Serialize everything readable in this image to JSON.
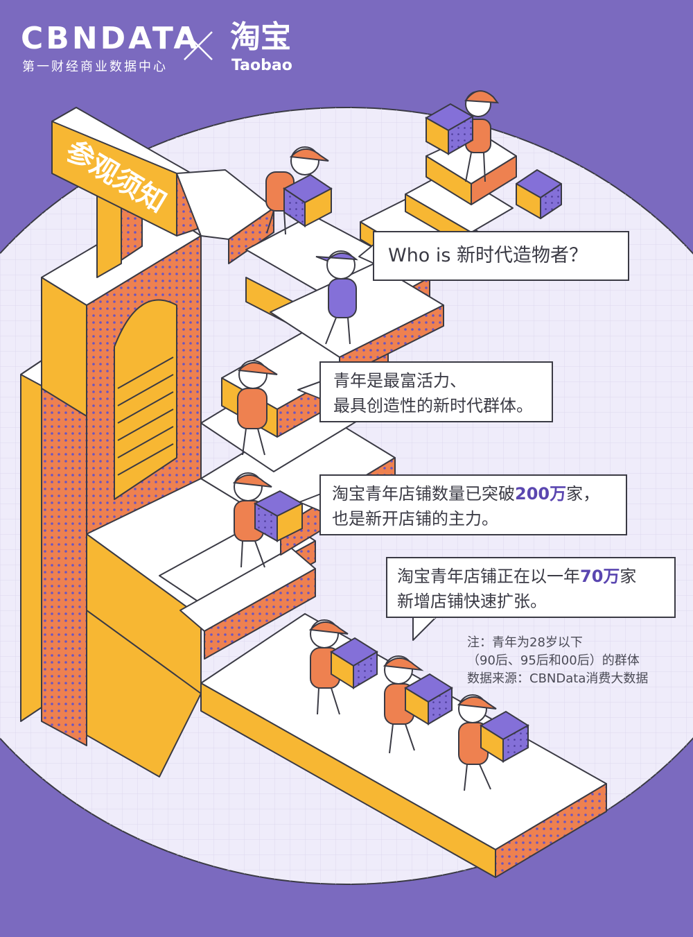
{
  "header": {
    "cbn_logo": "CBNDATA",
    "cbn_subtitle": "第一财经商业数据中心",
    "taobao_logo": "淘宝",
    "taobao_subtitle": "Taobao"
  },
  "sign": {
    "label": "参观须知"
  },
  "callouts": {
    "who": "Who is 新时代造物者？",
    "youth_line1": "青年是最富活力、",
    "youth_line2": "最具创造性的新时代群体。",
    "shops_line1_pre": "淘宝青年店铺数量已突破",
    "shops_line1_num": "200万",
    "shops_line1_post": "家，",
    "shops_line2": "也是新开店铺的主力。",
    "growth_line1_pre": "淘宝青年店铺正在以一年",
    "growth_line1_num": "70万",
    "growth_line1_post": "家",
    "growth_line2": "新增店铺快速扩张。"
  },
  "notes": {
    "line1": "注：青年为28岁以下",
    "line2": "（90后、95后和00后）的群体",
    "line3": "数据来源：CBNData消费大数据"
  },
  "colors": {
    "background": "#7b6abf",
    "panel": "#efecfa",
    "yellow": "#f7b733",
    "orange": "#ee8150",
    "purple": "#8470d8",
    "outline": "#3a3a44",
    "accent_text": "#5a46b0"
  }
}
